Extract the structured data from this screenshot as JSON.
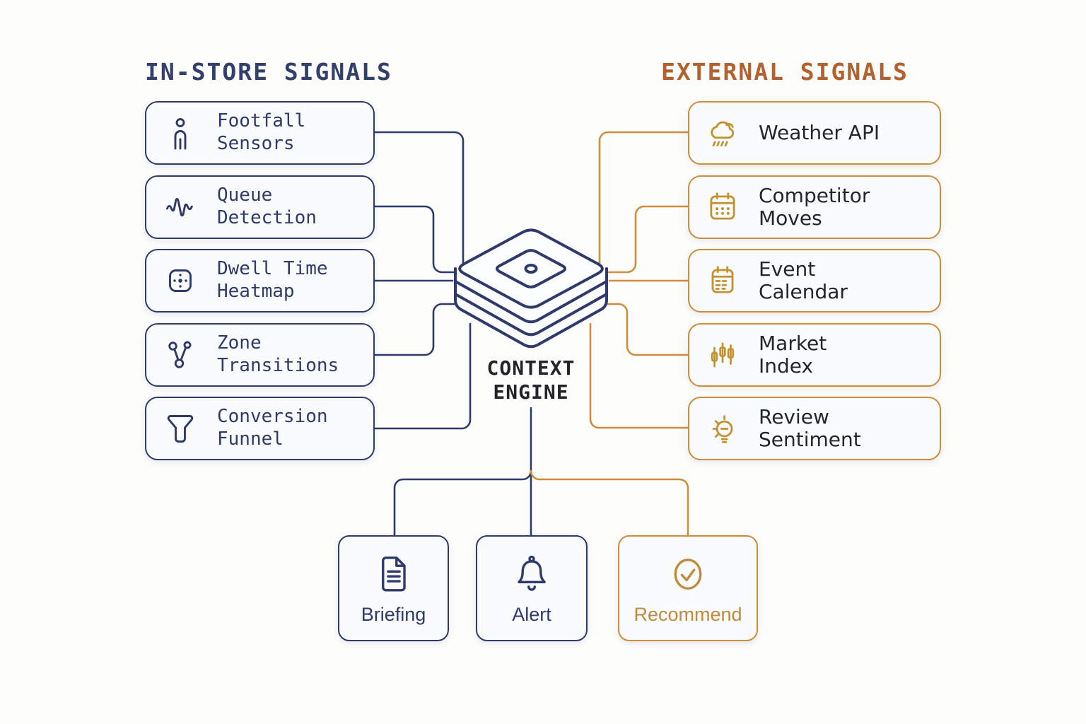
{
  "diagram": {
    "left_panel": {
      "title": "IN-STORE SIGNALS",
      "items": [
        {
          "label": "Footfall\nSensors",
          "icon": "person-icon"
        },
        {
          "label": "Queue\nDetection",
          "icon": "waveform-icon"
        },
        {
          "label": "Dwell Time\nHeatmap",
          "icon": "heatmap-icon"
        },
        {
          "label": "Zone\nTransitions",
          "icon": "network-icon"
        },
        {
          "label": "Conversion\nFunnel",
          "icon": "funnel-icon"
        }
      ]
    },
    "right_panel": {
      "title": "EXTERNAL SIGNALS",
      "items": [
        {
          "label": "Weather API",
          "icon": "rain-cloud-icon"
        },
        {
          "label": "Competitor\nMoves",
          "icon": "calendar-dots-icon"
        },
        {
          "label": "Event\nCalendar",
          "icon": "calendar-lines-icon"
        },
        {
          "label": "Market\nIndex",
          "icon": "candlestick-chart-icon"
        },
        {
          "label": "Review\nSentiment",
          "icon": "lightbulb-icon"
        }
      ]
    },
    "center": {
      "label": "CONTEXT\nENGINE",
      "icon": "layers-stack-icon"
    },
    "outputs": [
      {
        "label": "Briefing",
        "icon": "document-icon",
        "accent": "navy"
      },
      {
        "label": "Alert",
        "icon": "bell-icon",
        "accent": "navy"
      },
      {
        "label": "Recommend",
        "icon": "check-circle-icon",
        "accent": "amber"
      }
    ],
    "colors": {
      "navy": "#2e3a6b",
      "orange_border": "#cf8c3a",
      "amber_icon": "#c2922f",
      "rust_header": "#b2612f",
      "navy_header": "#333f6d",
      "ink_text": "#23262d",
      "background": "#fdfdfc",
      "box_fill": "#fafbfd"
    }
  }
}
